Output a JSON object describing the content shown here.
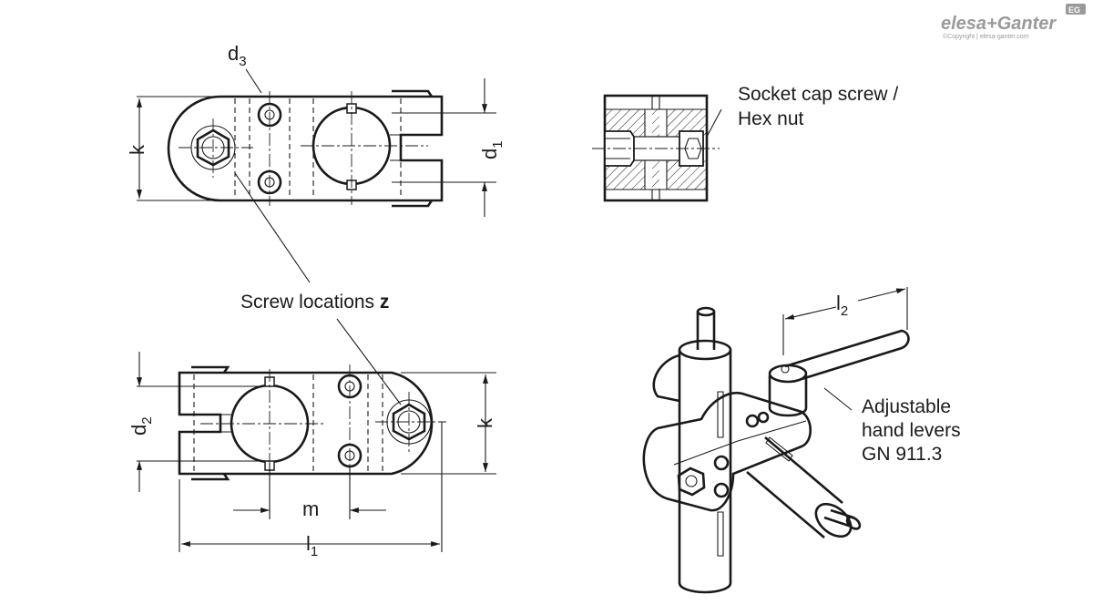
{
  "brand": {
    "logo_text": "elesa+Ganter",
    "badge": "EG",
    "copyright": "©Copyright | elesa-ganter.com"
  },
  "labels": {
    "d3": "d",
    "d3_sub": "3",
    "k_top": "k",
    "d1": "d",
    "d1_sub": "1",
    "socket_line1": "Socket cap screw /",
    "socket_line2": "Hex nut",
    "screw_locations": "Screw locations ",
    "screw_z": "z",
    "l2": "l",
    "l2_sub": "2",
    "adjustable_line1": "Adjustable",
    "adjustable_line2": "hand levers",
    "adjustable_line3": "GN 911.3",
    "d2": "d",
    "d2_sub": "2",
    "k_bottom": "k",
    "m": "m",
    "l1": "l",
    "l1_sub": "1"
  }
}
